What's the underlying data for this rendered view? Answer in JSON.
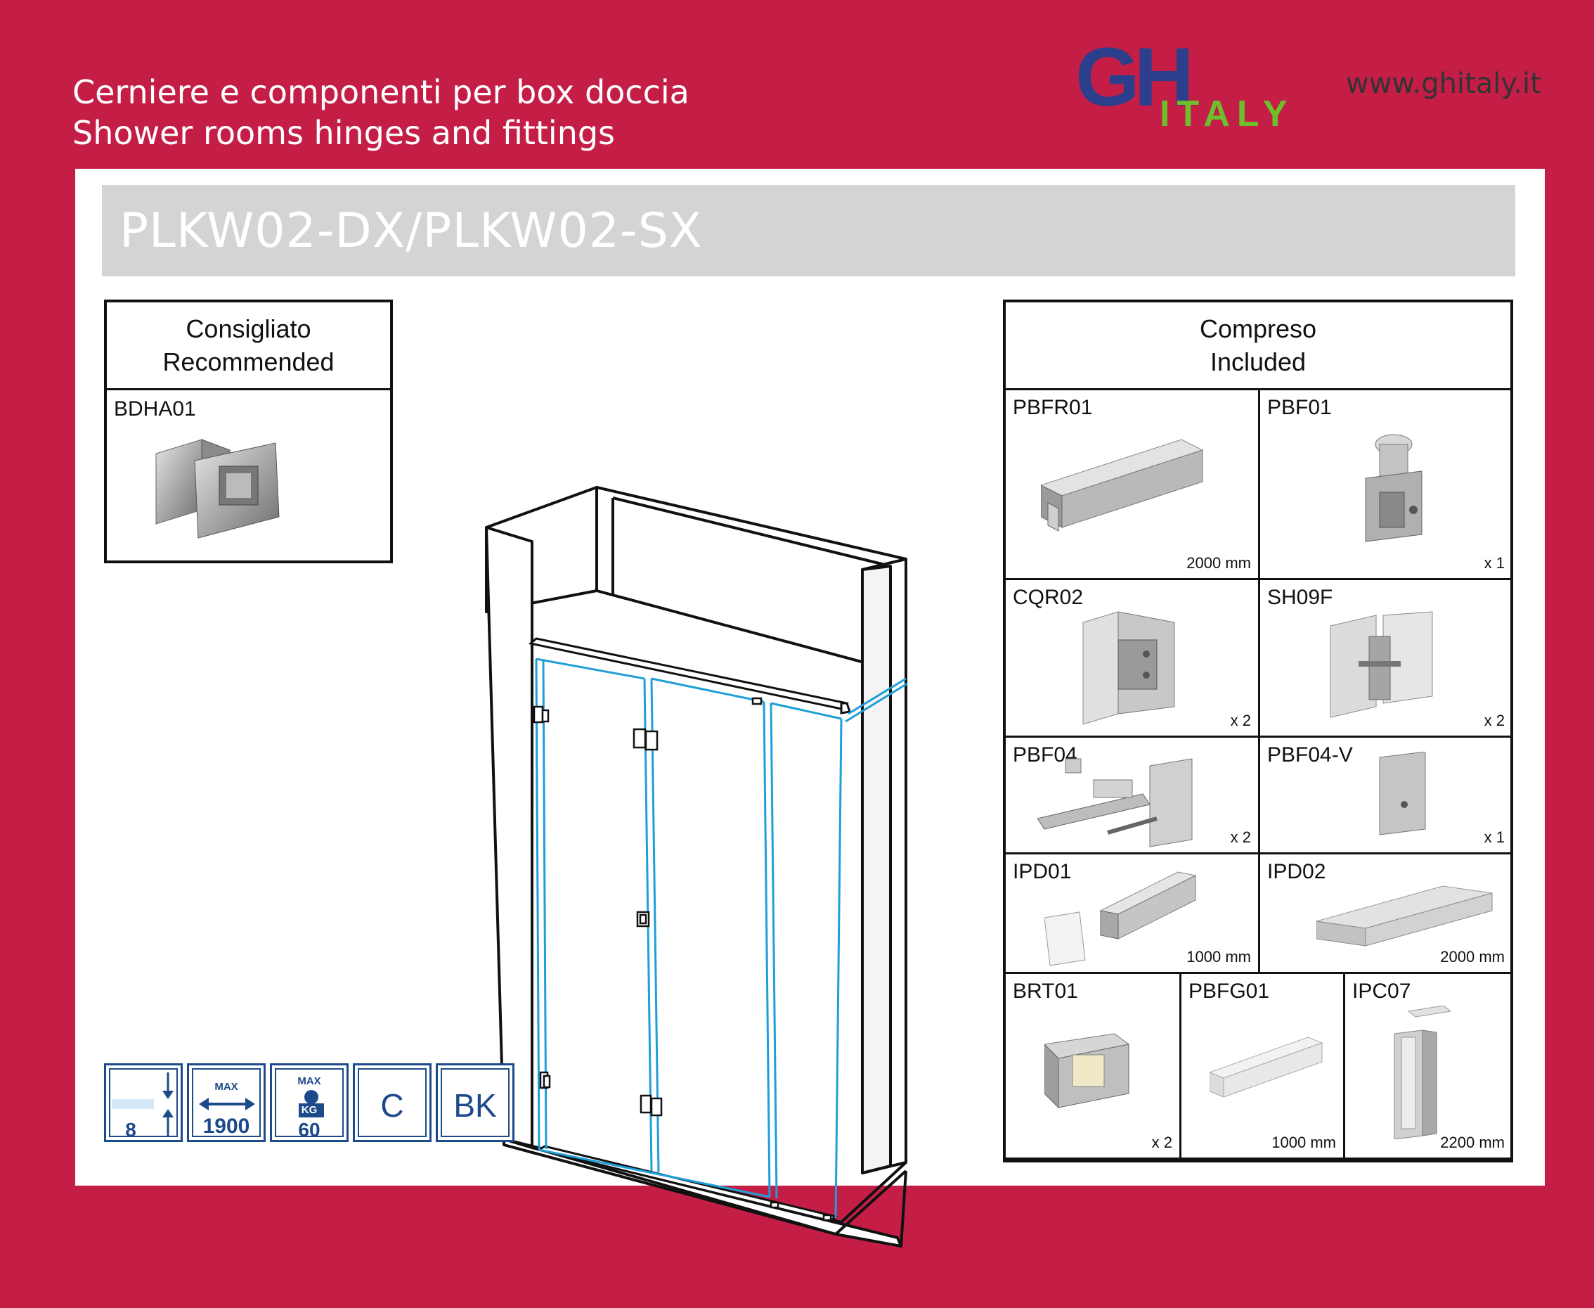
{
  "header": {
    "line_it": "Cerniere e componenti per box doccia",
    "line_en": "Shower rooms hinges and fittings",
    "logo_main": "GH",
    "logo_sub": "ITALY",
    "website": "www.ghitaly.it"
  },
  "title": "PLKW02-DX/PLKW02-SX",
  "recommended": {
    "heading_it": "Consigliato",
    "heading_en": "Recommended",
    "code": "BDHA01"
  },
  "included": {
    "heading_it": "Compreso",
    "heading_en": "Included",
    "items": [
      {
        "code": "PBFR01",
        "qty": "2000 mm"
      },
      {
        "code": "PBF01",
        "qty": "x 1"
      },
      {
        "code": "CQR02",
        "qty": "x 2"
      },
      {
        "code": "SH09F",
        "qty": "x 2"
      },
      {
        "code": "PBF04",
        "qty": "x 2"
      },
      {
        "code": "PBF04-V",
        "qty": "x 1"
      },
      {
        "code": "IPD01",
        "qty": "1000 mm"
      },
      {
        "code": "IPD02",
        "qty": "2000 mm"
      },
      {
        "code": "BRT01",
        "qty": "x 2"
      },
      {
        "code": "PBFG01",
        "qty": "1000 mm"
      },
      {
        "code": "IPC07",
        "qty": "2200 mm"
      }
    ]
  },
  "specs": {
    "glass_thickness": "8",
    "max_label": "MAX",
    "max_width": "1900",
    "weight_unit": "KG",
    "max_weight": "60",
    "finish_1": "C",
    "finish_2": "BK"
  },
  "colors": {
    "background": "#c41e47",
    "logo_blue": "#2b3f8c",
    "logo_green": "#6cc12b",
    "glass_line": "#1e9fd8",
    "spec_blue": "#1d4a8a"
  }
}
